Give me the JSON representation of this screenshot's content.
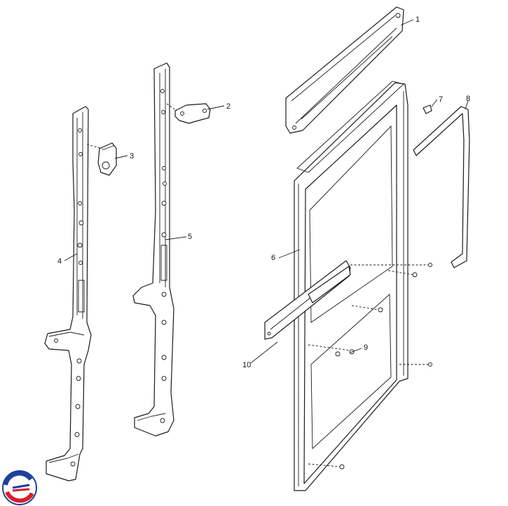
{
  "callouts": [
    {
      "id": "1",
      "label": "1"
    },
    {
      "id": "2",
      "label": "2"
    },
    {
      "id": "3",
      "label": "3"
    },
    {
      "id": "4",
      "label": "4"
    },
    {
      "id": "5",
      "label": "5"
    },
    {
      "id": "6",
      "label": "6"
    },
    {
      "id": "7",
      "label": "7"
    },
    {
      "id": "8",
      "label": "8"
    },
    {
      "id": "9",
      "label": "9"
    },
    {
      "id": "10",
      "label": "10"
    }
  ],
  "logo": {
    "icon": "brand-logo-icon",
    "colors": [
      "#1f3f9a",
      "#d6202a"
    ]
  }
}
